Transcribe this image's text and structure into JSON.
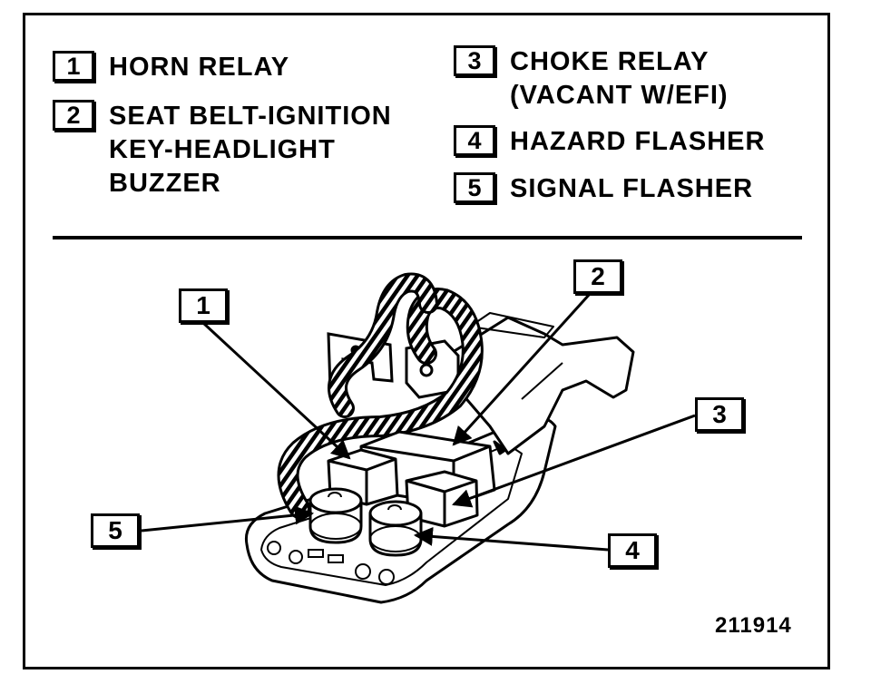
{
  "legend": {
    "items": [
      {
        "number": "1",
        "label": "HORN RELAY"
      },
      {
        "number": "2",
        "label": "SEAT BELT-IGNITION\nKEY-HEADLIGHT\nBUZZER"
      },
      {
        "number": "3",
        "label": "CHOKE RELAY\n(VACANT W/EFI)"
      },
      {
        "number": "4",
        "label": "HAZARD FLASHER"
      },
      {
        "number": "5",
        "label": "SIGNAL FLASHER"
      }
    ]
  },
  "callouts": [
    "1",
    "2",
    "3",
    "4",
    "5"
  ],
  "figure_code": "211914"
}
